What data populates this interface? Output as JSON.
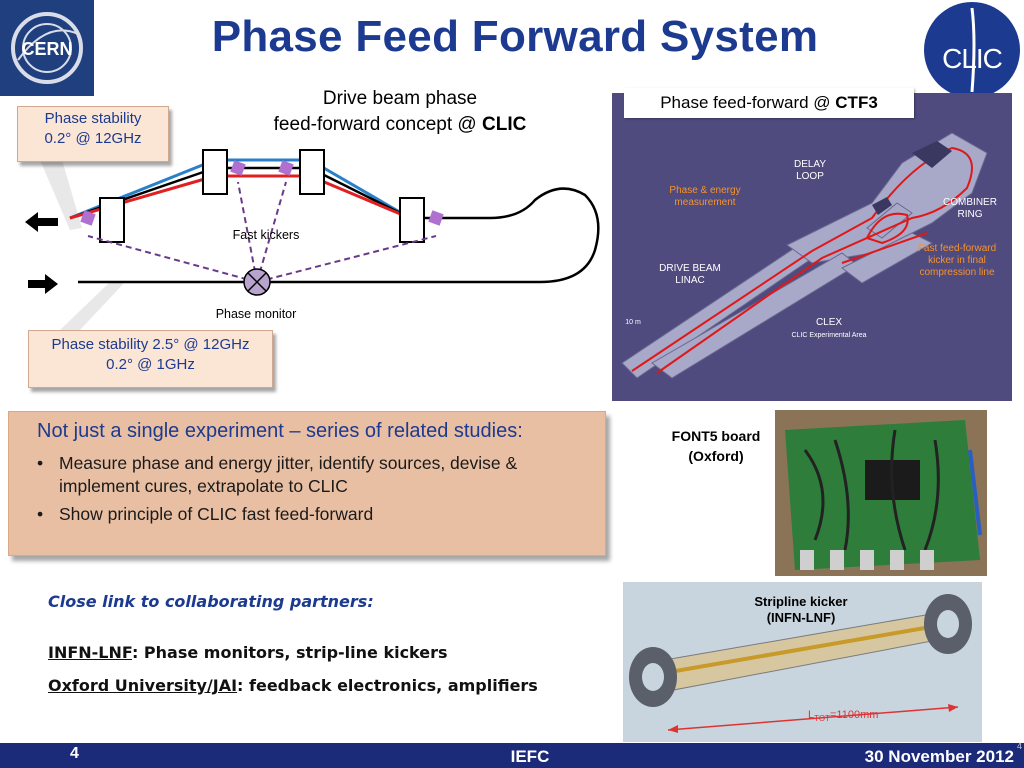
{
  "logos": {
    "left": "CERN",
    "right": "CLIC"
  },
  "title": "Phase Feed Forward System",
  "concept": {
    "title_line1": "Drive beam phase",
    "title_line2_prefix": "feed-forward concept @ ",
    "title_line2_bold": "CLIC",
    "fast_kickers": "Fast kickers",
    "phase_monitor": "Phase monitor"
  },
  "phase_stability_top": {
    "line1": "Phase stability",
    "line2": "0.2° @ 12GHz"
  },
  "phase_stability_bottom": {
    "line1": "Phase stability 2.5° @ 12GHz",
    "line2": "0.2° @ 1GHz"
  },
  "ctf3": {
    "title_prefix": "Phase feed-forward @ ",
    "title_bold": "CTF3",
    "delay_loop": [
      "DELAY",
      "LOOP"
    ],
    "phase_energy": [
      "Phase & energy",
      "measurement"
    ],
    "combiner_ring": [
      "COMBINER",
      "RING"
    ],
    "fast_ff": [
      "Fast feed-forward",
      "kicker in final",
      "compression line"
    ],
    "drive_beam_linac": [
      "DRIVE BEAM",
      "LINAC"
    ],
    "scale": "10 m",
    "clex": "CLEX",
    "clex_sub": "CLIC Experimental Area"
  },
  "summary": {
    "heading": "Not just a single experiment – series of related studies:",
    "bullets": [
      "Measure phase and energy jitter, identify sources, devise & implement cures, extrapolate to CLIC",
      "Show principle of CLIC fast feed-forward"
    ]
  },
  "font5": {
    "line1": "FONT5 board",
    "line2": "(Oxford)"
  },
  "stripline": {
    "line1": "Stripline kicker",
    "line2": "(INFN-LNF)",
    "length_prefix": "L",
    "length_sub": "TOT",
    "length_value": "=1100mm"
  },
  "partners": {
    "heading": "Close link to collaborating partners:",
    "items": [
      {
        "name": "INFN-LNF",
        "desc": ": Phase monitors, strip-line kickers"
      },
      {
        "name": "Oxford University/JAI",
        "desc": ": feedback electronics, amplifiers"
      }
    ]
  },
  "footer": {
    "page": "4",
    "center": "IEFC",
    "date": "30 November 2012",
    "sup": "4"
  },
  "colors": {
    "title": "#1c3a8f",
    "footer": "#1c2a7a",
    "box_fill": "#fbe6d6",
    "summary_fill": "#e9bfa3"
  }
}
